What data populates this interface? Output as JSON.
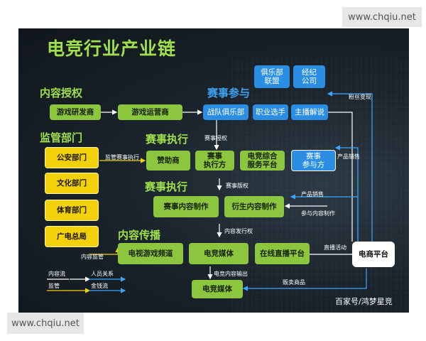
{
  "watermarks": {
    "top": "www.chqiu.net",
    "bottom": "www.chqiu.net",
    "credit": "百家号/鸿梦星竞"
  },
  "title": "电竞行业产业链",
  "sections": {
    "licensing": "内容授权",
    "regulator": "监管部门",
    "participation": "赛事参与",
    "execution_1": "赛事执行",
    "execution_2": "赛事执行",
    "distribution": "内容传播"
  },
  "nodes": {
    "game_dev": "游戏研发商",
    "game_ops": "游戏运营商",
    "club_alliance": "俱乐部\n联盟",
    "agency": "经纪\n公司",
    "team_club": "战队俱乐部",
    "pro_player": "职业选手",
    "caster": "主播解说",
    "sponsor": "赞助商",
    "event_exec": "赛事\n执行方",
    "esports_platform": "电竞综合\n服务平台",
    "participants": "赛事\n参与方",
    "content_prod": "赛事内容制作",
    "derived_prod": "衍生内容制作",
    "tv_channel": "电视游戏频道",
    "esports_media_1": "电竞媒体",
    "live_platform": "在线直播平台",
    "ecommerce": "电商平台",
    "esports_media_2": "电竞媒体",
    "police": "公安部门",
    "culture": "文化部门",
    "sports": "体育部门",
    "broadcast": "广电总局"
  },
  "edge_labels": {
    "fan_monetize": "粉丝变现",
    "event_license": "赛事授权",
    "regulate_exec": "监管赛事执行",
    "product_sales_1": "产品销售",
    "event_copyright": "赛事版权",
    "product_sales_2": "产品销售",
    "content_participate": "参与内容制作",
    "distribution_right": "内容发行权",
    "live_activity": "直播活动",
    "content_regulation": "内容监管",
    "content_output": "电竞内容输出",
    "merchandise": "贩卖商品"
  },
  "legend": {
    "content_flow": "内容流",
    "personnel": "人员关系",
    "regulation": "监管",
    "money_flow": "金钱流"
  },
  "colors": {
    "green_node": "#8cc63e",
    "blue_node": "#2b8ee3",
    "yellow_node": "#f2d10b",
    "title_green": "#9fe04b",
    "section_blue": "#3ea1ef",
    "money_arrow": "#39a7ff",
    "regulation_arrow": "#f2d10b",
    "content_arrow": "#ffffff"
  }
}
